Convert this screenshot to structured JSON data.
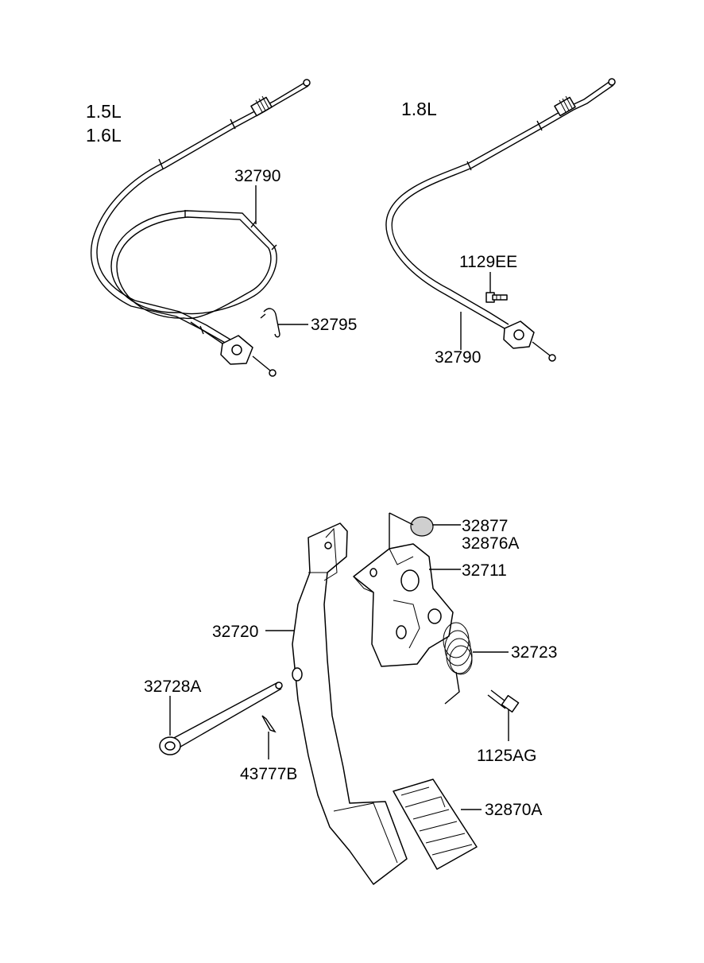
{
  "engine_labels": {
    "left_line1": "1.5L",
    "left_line2": "1.6L",
    "right": "1.8L"
  },
  "parts": {
    "cable_left": "32790",
    "clip": "32795",
    "bolt_cable": "1129EE",
    "cable_right": "32790",
    "stopper": "32877",
    "stopper_alt": "32876A",
    "bracket": "32711",
    "pedal_arm": "32720",
    "spring": "32723",
    "pin": "32728A",
    "snap_pin": "43777B",
    "bolt": "1125AG",
    "pedal_pad": "32870A"
  }
}
